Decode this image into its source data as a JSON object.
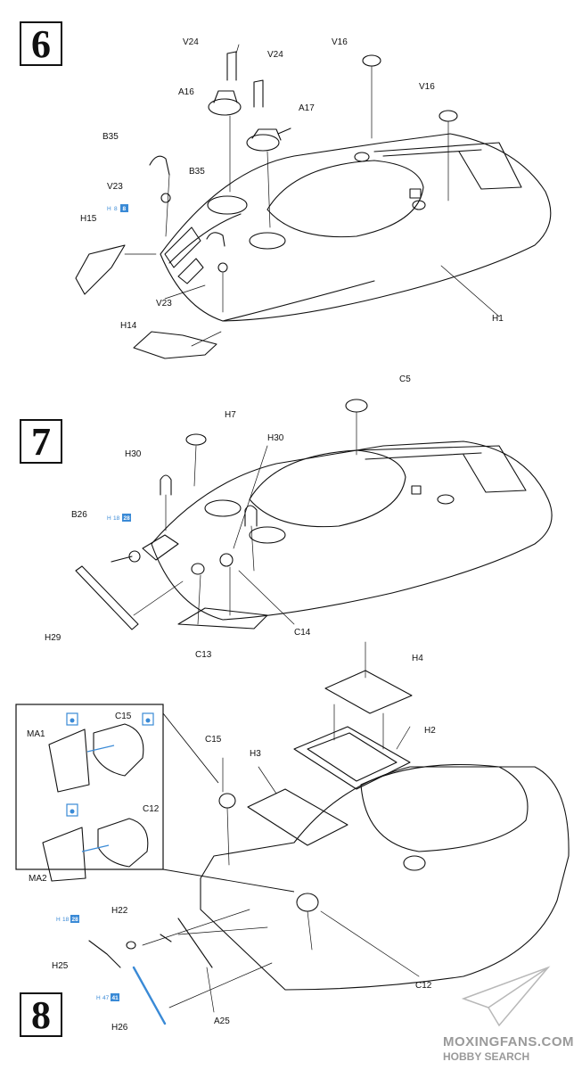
{
  "steps": {
    "step6": "6",
    "step7": "7",
    "step8": "8"
  },
  "labels6": {
    "v24a": "V24",
    "v24b": "V24",
    "v16a": "V16",
    "v16b": "V16",
    "a16": "A16",
    "a17": "A17",
    "b35a": "B35",
    "b35b": "B35",
    "v23a": "V23",
    "v23b": "V23",
    "h15": "H15",
    "h14": "H14",
    "h1": "H1"
  },
  "paint6": {
    "code": "H",
    "num1": "8",
    "num2": "8"
  },
  "labels7": {
    "h7": "H7",
    "c5": "C5",
    "h30a": "H30",
    "h30b": "H30",
    "b26": "B26",
    "h29": "H29",
    "c13": "C13",
    "c14": "C14"
  },
  "paint7": {
    "code": "H",
    "num1": "18",
    "num2": "28"
  },
  "labels8": {
    "h4": "H4",
    "h2": "H2",
    "h3": "H3",
    "c15a": "C15",
    "c15b": "C15",
    "c12a": "C12",
    "c12b": "C12",
    "ma1": "MA1",
    "ma2": "MA2",
    "h22": "H22",
    "h25": "H25",
    "h26": "H26",
    "a25": "A25"
  },
  "paint8a": {
    "code": "H",
    "num1": "18",
    "num2": "28"
  },
  "paint8b": {
    "code": "H",
    "num1": "47",
    "num2": "41"
  },
  "watermark": {
    "line1": "MOXINGFANS.COM",
    "line2": "HOBBY SEARCH"
  },
  "colors": {
    "ink": "#111111",
    "paint_blue": "#3a8ad6",
    "watermark": "#9a9a9a"
  }
}
